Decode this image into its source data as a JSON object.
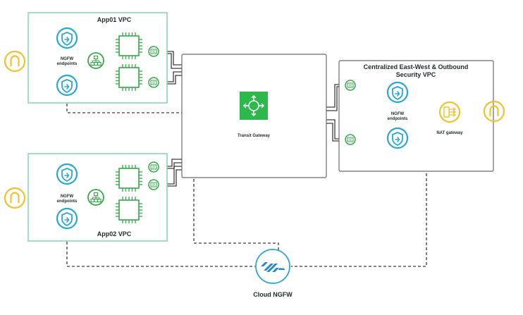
{
  "colors": {
    "vpc_border": "#6fcf9f",
    "security_border": "#6b6b6b",
    "shield": "#2ba7d4",
    "instance": "#3aa64c",
    "transit": "#2db84b",
    "gateway": "#f2c12e",
    "link": "#3c3c3c",
    "cloud_ngfw": "#1e88c8"
  },
  "vpc_a": {
    "title": "App01 VPC",
    "endpoints_label_1": "NGFW",
    "endpoints_label_2": "endpoints"
  },
  "vpc_b": {
    "title": "App02 VPC",
    "endpoints_label_1": "NGFW",
    "endpoints_label_2": "endpoints"
  },
  "transit": {
    "label": "Transit Gateway"
  },
  "security_vpc": {
    "title_line_1": "Centralized East-West & Outbound",
    "title_line_2": "Security VPC",
    "endpoints_label_1": "NGFW",
    "endpoints_label_2": "endpoints",
    "nat_label": "NAT gateway"
  },
  "cloud_ngfw": {
    "label": "Cloud NGFW"
  },
  "icons": {
    "shield": "shield-icon",
    "chip": "compute-instance-icon",
    "internet_gateway": "internet-gateway-icon",
    "router": "router-icon",
    "nic": "network-interface-icon",
    "transit": "transit-gateway-icon",
    "nat": "nat-gateway-icon",
    "cloud": "cloud-ngfw-icon"
  }
}
